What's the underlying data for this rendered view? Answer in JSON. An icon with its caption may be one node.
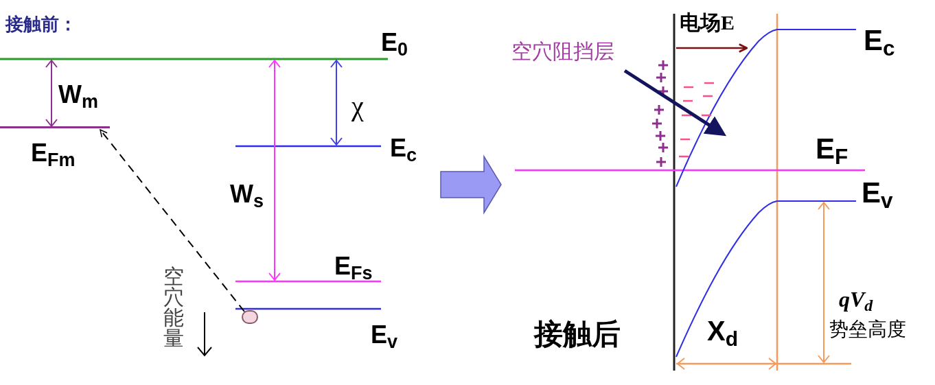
{
  "diagram": {
    "nodes": [
      {
        "text": [],
        "shape": "circle"
      },
      {
        "text": [],
        "shape": "bar"
      },
      {
        "text": [
          "空穴阻挡层"
        ]
      }
    ],
    "edges": [
      {
        "from": 0,
        "to": 1,
        "arrow": "to",
        "style": "dashed",
        "color": "#000000"
      },
      {
        "from": 2,
        "to": null,
        "arrow": "to",
        "style": "thick",
        "color": "#14145e"
      }
    ],
    "labels": [
      "接触前：",
      "E$_{0}$",
      "W$_{m}$",
      "χ",
      "E$_{Fm}$",
      "E$_{c}$",
      "W$_{s}$",
      "E$_{Fs}$",
      "空穴能量",
      "E$_{v}$",
      "电场E",
      "E$_{c}$",
      "E$_{F}$",
      "E$_{v}$",
      "qV$_{d}$",
      "势垒高度",
      "接触后",
      "X$_{d}$"
    ]
  }
}
